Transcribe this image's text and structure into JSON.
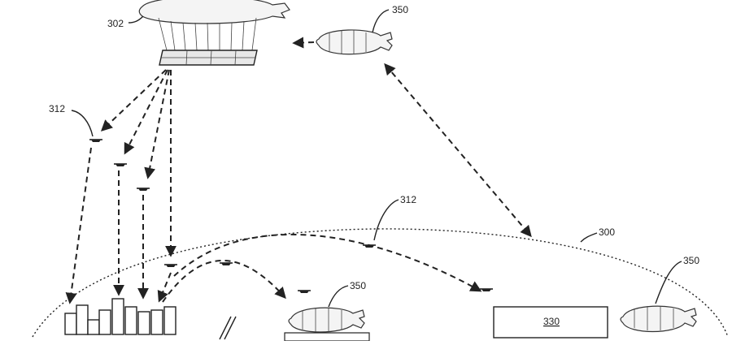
{
  "figure": {
    "labels": {
      "airship_main": "302",
      "airship_small": "350",
      "uav_top": "312",
      "uav_mid": "312",
      "boundary": "300",
      "airship_ground": "350",
      "airship_right": "350",
      "facility": "330"
    }
  }
}
